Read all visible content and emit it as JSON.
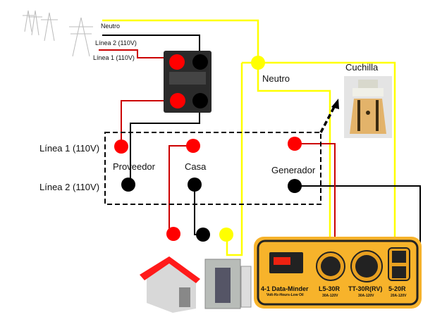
{
  "labels": {
    "neutro_top": "Neutro",
    "linea2_top": "Línea 2 (110V)",
    "linea1_top": "Línea 1 (110V)",
    "neutro_mid": "Neutro",
    "cuchilla": "Cuchilla",
    "linea1": "Línea 1 (110V)",
    "linea2": "Línea 2 (110V)",
    "proveedor": "Proveedor",
    "casa": "Casa",
    "generador": "Generador"
  },
  "generator_panel": {
    "meter_label": "4-1 Data-Minder",
    "meter_sub": "Volt-Hz-Hours-Low Oil",
    "outlets": [
      {
        "name": "L5-30R",
        "rating": "30A-120V"
      },
      {
        "name": "TT-30R(RV)",
        "rating": "30A-120V"
      },
      {
        "name": "5-20R",
        "rating": "20A-120V"
      }
    ]
  },
  "colors": {
    "neutral": "#ffff00",
    "line1": "#ff0000",
    "line2": "#000000",
    "panel": "#f7b32b"
  }
}
